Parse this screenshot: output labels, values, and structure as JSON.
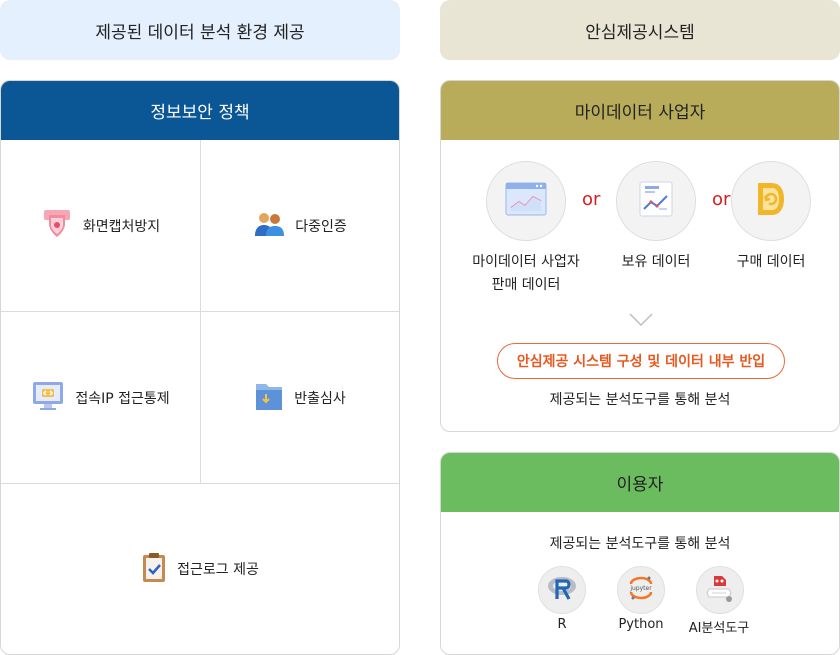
{
  "left_header": "제공된 데이터 분석 환경 제공",
  "right_header": "안심제공시스템",
  "policy": {
    "title": "정보보안 정책",
    "items": [
      {
        "label": "화면캡처방지",
        "icon": "shield-icon"
      },
      {
        "label": "다중인증",
        "icon": "users-icon"
      },
      {
        "label": "접속IP 접근통제",
        "icon": "monitor-icon"
      },
      {
        "label": "반출심사",
        "icon": "folder-icon"
      },
      {
        "label": "접근로그 제공",
        "icon": "clipboard-check-icon"
      }
    ]
  },
  "seller": {
    "title": "마이데이터 사업자",
    "options": [
      {
        "label_line1": "마이데이터 사업자",
        "label_line2": "판매 데이터",
        "icon": "browser-chart-icon"
      },
      {
        "label_line1": "보유 데이터",
        "icon": "report-chart-icon"
      },
      {
        "label_line1": "구매 데이터",
        "icon": "data-refresh-icon"
      }
    ],
    "or_text": "or",
    "tag": "안심제공 시스템 구성 및 데이터 내부 반입",
    "note": "제공되는 분석도구를 통해 분석"
  },
  "user": {
    "title": "이용자",
    "note": "제공되는 분석도구를 통해 분석",
    "tools": [
      {
        "label": "R",
        "icon": "r-logo-icon"
      },
      {
        "label": "Python",
        "icon": "jupyter-logo-icon"
      },
      {
        "label": "AI분석도구",
        "icon": "ai-tool-icon"
      }
    ]
  },
  "colors": {
    "policy_header": "#0b5695",
    "seller_header": "#b8ac5a",
    "user_header": "#6bbb5f",
    "accent": "#e65a22"
  }
}
